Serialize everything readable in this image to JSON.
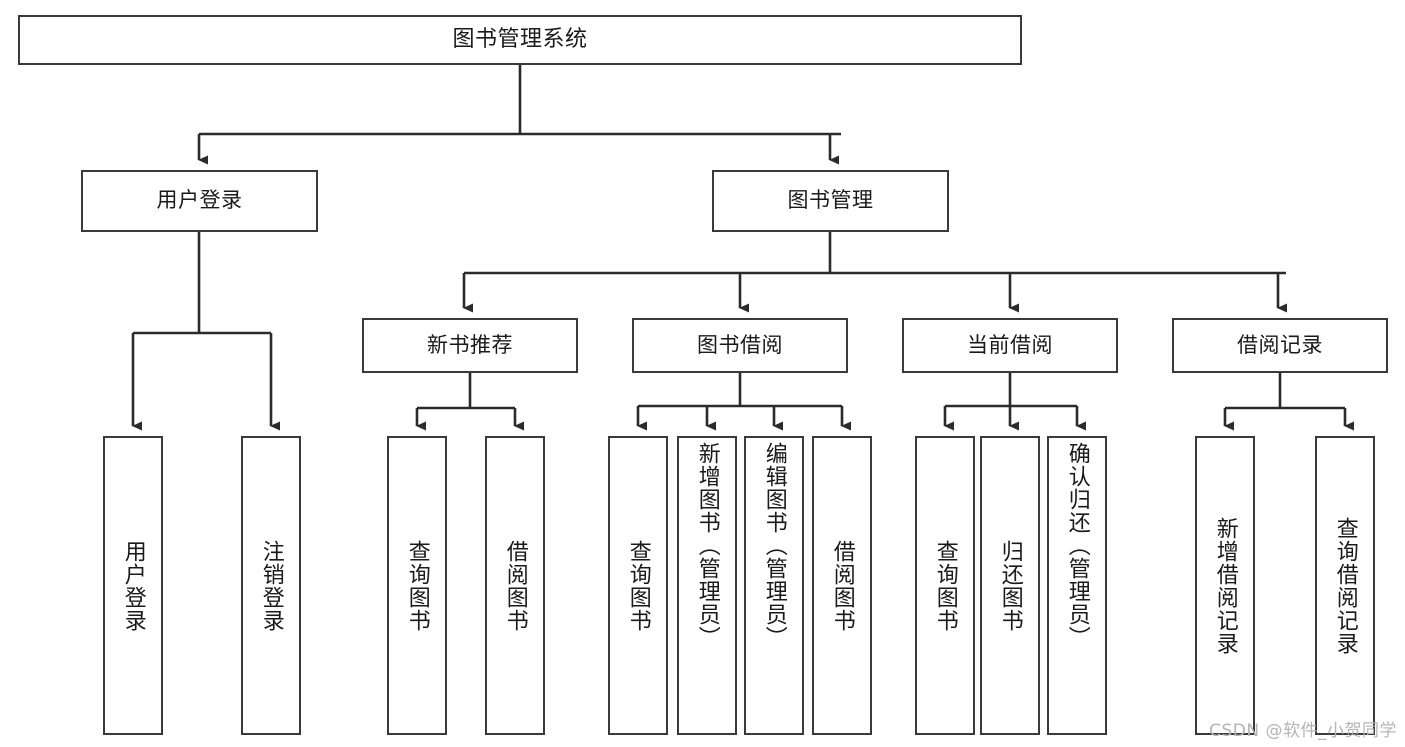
{
  "diagram": {
    "title": "图书管理系统",
    "type": "功能结构图",
    "colors": {
      "background": "#ffffff",
      "node_fill": "#ffffff",
      "node_border": "#3a3a3a",
      "edge": "#2b2b2b",
      "text": "#1a1a1a",
      "watermark": "#b4b4b4"
    },
    "watermark": "CSDN @软件_小贺同学",
    "nodes": {
      "root": {
        "label": "图书管理系统"
      },
      "level1": [
        {
          "label": "用户登录"
        },
        {
          "label": "图书管理"
        }
      ],
      "level2": [
        {
          "label": "新书推荐"
        },
        {
          "label": "图书借阅"
        },
        {
          "label": "当前借阅"
        },
        {
          "label": "借阅记录"
        }
      ],
      "leaves": {
        "user_login": [
          {
            "label": "用户登录"
          },
          {
            "label": "注销登录"
          }
        ],
        "new_book_recommend": [
          {
            "label": "查询图书"
          },
          {
            "label": "借阅图书"
          }
        ],
        "book_borrow": [
          {
            "label": "查询图书"
          },
          {
            "label": "新增图书（管理员）"
          },
          {
            "label": "编辑图书（管理员）"
          },
          {
            "label": "借阅图书"
          }
        ],
        "current_borrow": [
          {
            "label": "查询图书"
          },
          {
            "label": "归还图书"
          },
          {
            "label": "确认归还（管理员）"
          }
        ],
        "borrow_record": [
          {
            "label": "新增借阅记录"
          },
          {
            "label": "查询借阅记录"
          }
        ]
      }
    }
  }
}
